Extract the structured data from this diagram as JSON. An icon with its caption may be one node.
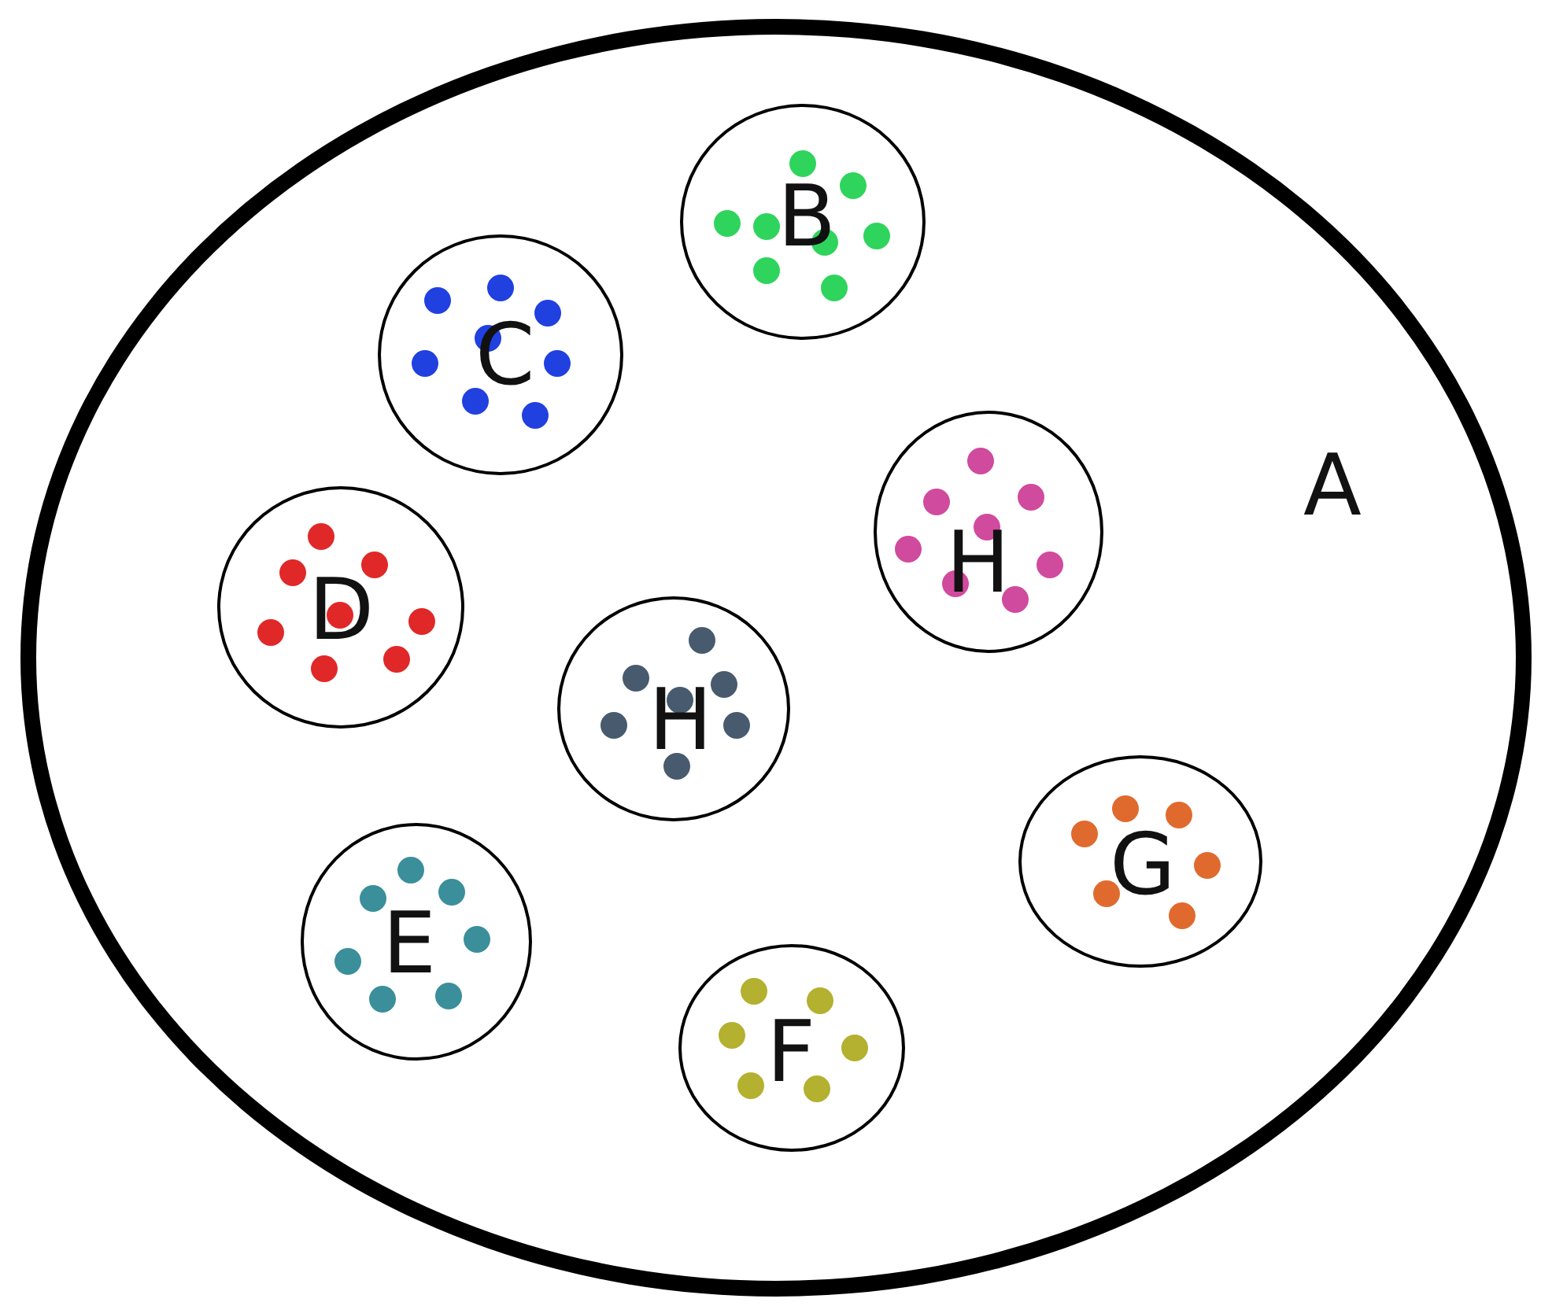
{
  "diagram": {
    "nodes": [
      {
        "text": [
          "A"
        ]
      },
      {
        "text": [
          "B"
        ],
        "in": 0
      },
      {
        "text": [
          "C"
        ],
        "in": 0
      },
      {
        "text": [
          "H"
        ],
        "in": 0
      },
      {
        "text": [
          "D"
        ],
        "in": 0
      },
      {
        "text": [
          "H"
        ],
        "in": 0
      },
      {
        "text": [
          "G"
        ],
        "in": 0
      },
      {
        "text": [
          "E"
        ],
        "in": 0
      },
      {
        "text": [
          "F"
        ],
        "in": 0
      }
    ]
  }
}
